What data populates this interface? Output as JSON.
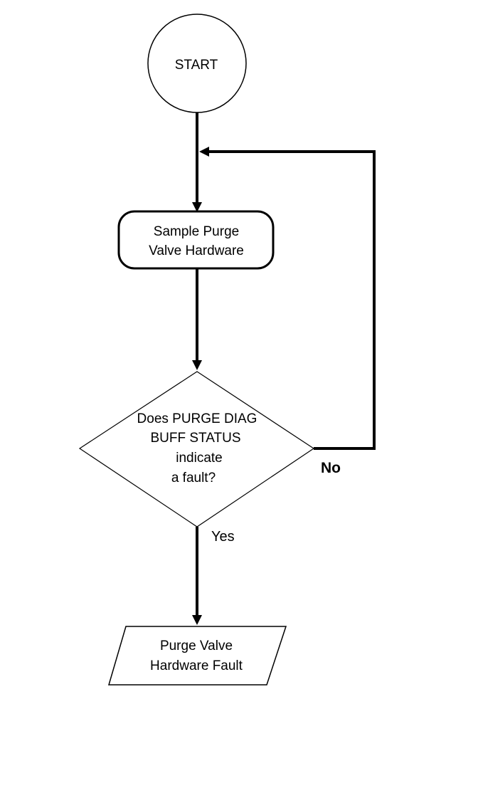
{
  "colors": {
    "stroke": "#000000",
    "background": "#ffffff"
  },
  "nodes": {
    "start": {
      "label": "START"
    },
    "sample": {
      "lines": [
        "Sample Purge",
        "Valve Hardware"
      ]
    },
    "decision": {
      "lines": [
        "Does PURGE DIAG",
        "BUFF STATUS",
        "indicate",
        "a fault?"
      ]
    },
    "fault": {
      "lines": [
        "Purge Valve",
        "Hardware Fault"
      ]
    }
  },
  "edges": {
    "no_label": "No",
    "yes_label": "Yes"
  }
}
